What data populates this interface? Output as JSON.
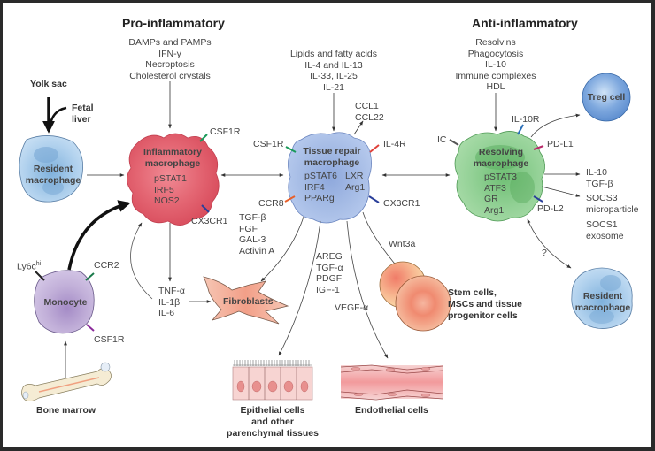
{
  "headers": {
    "pro": "Pro-inflammatory",
    "anti": "Anti-inflammatory"
  },
  "stimuli": {
    "pro": [
      "DAMPs and PAMPs",
      "IFN-γ",
      "Necroptosis",
      "Cholesterol crystals"
    ],
    "repair": [
      "Lipids and fatty acids",
      "IL-4 and IL-13",
      "IL-33, IL-25",
      "IL-21"
    ],
    "anti": [
      "Resolvins",
      "Phagocytosis",
      "IL-10",
      "Immune complexes",
      "HDL"
    ]
  },
  "origins": {
    "yolk_sac": "Yolk sac",
    "fetal_liver": [
      "Fetal",
      "liver"
    ],
    "bone_marrow": "Bone marrow"
  },
  "cells": {
    "resident_left": {
      "name": [
        "Resident",
        "macrophage"
      ],
      "color": "#a9cbe8"
    },
    "inflammatory": {
      "name": [
        "Inflammatory",
        "macrophage"
      ],
      "markers": [
        "pSTAT1",
        "IRF5",
        "NOS2"
      ],
      "receptors": [
        "CSF1R",
        "CX3CR1"
      ],
      "color": "#e8707c"
    },
    "tissue_repair": {
      "name": [
        "Tissue repair",
        "macrophage"
      ],
      "markers_left": [
        "pSTAT6",
        "IRF4",
        "PPARg"
      ],
      "markers_right": [
        "LXR",
        "Arg1"
      ],
      "receptors": [
        "CSF1R",
        "IL-4R",
        "CCR8",
        "CX3CR1"
      ],
      "secreted": [
        "CCL1",
        "CCL22"
      ],
      "color": "#a7bde6"
    },
    "resolving": {
      "name": [
        "Resolving",
        "macrophage"
      ],
      "markers": [
        "pSTAT3",
        "ATF3",
        "GR",
        "Arg1"
      ],
      "receptors": [
        "IC",
        "IL-10R",
        "PD-L1",
        "PD-L2"
      ],
      "color": "#8fcf8f"
    },
    "treg": {
      "name": "Treg cell",
      "color": "#8fb8e6"
    },
    "resident_right": {
      "name": [
        "Resident",
        "macrophage"
      ],
      "color": "#a9cbe8"
    },
    "monocyte": {
      "name": "Monocyte",
      "receptors": [
        "Ly6c",
        "CCR2",
        "CSF1R"
      ],
      "ly6c_sup": "hi",
      "color": "#c2b0d9"
    },
    "fibroblasts": {
      "name": "Fibroblasts",
      "color": "#f3b8a6"
    },
    "stem": {
      "name": [
        "Stem cells,",
        "MSCs and tissue",
        "progenitor cells"
      ],
      "color": "#f4a07e"
    },
    "epithelial": {
      "name": [
        "Epithelial cells",
        "and other",
        "parenchymal tissues"
      ]
    },
    "endothelial": {
      "name": "Endothelial cells"
    }
  },
  "factors": {
    "fibro_from_repair": [
      "TGF-β",
      "FGF",
      "GAL-3",
      "Activin A"
    ],
    "from_inflammatory": [
      "TNF-α",
      "IL-1β",
      "IL-6"
    ],
    "epithelial": [
      "AREG",
      "TGF-α",
      "PDGF",
      "IGF-1"
    ],
    "endothelial": "VEGF-α",
    "stem": "Wnt3a",
    "resolving_out1": [
      "IL-10",
      "TGF-β"
    ],
    "resolving_out2": [
      "SOCS3",
      "microparticle"
    ],
    "resolving_out3": [
      "SOCS1",
      "exosome"
    ],
    "question": "?"
  },
  "receptor_colors": {
    "csf1r": "#1a9a5a",
    "cx3cr1": "#2a3f9a",
    "il4r": "#e0403a",
    "ccr8": "#e8602a",
    "il10r": "#2a6fb8",
    "pdl1": "#b82a6a",
    "pdl2": "#2a3f9a",
    "ic": "#555555",
    "ccr2": "#1a7a4a",
    "mono_csf1r": "#8a2a9a",
    "ly6c": "#222222"
  }
}
